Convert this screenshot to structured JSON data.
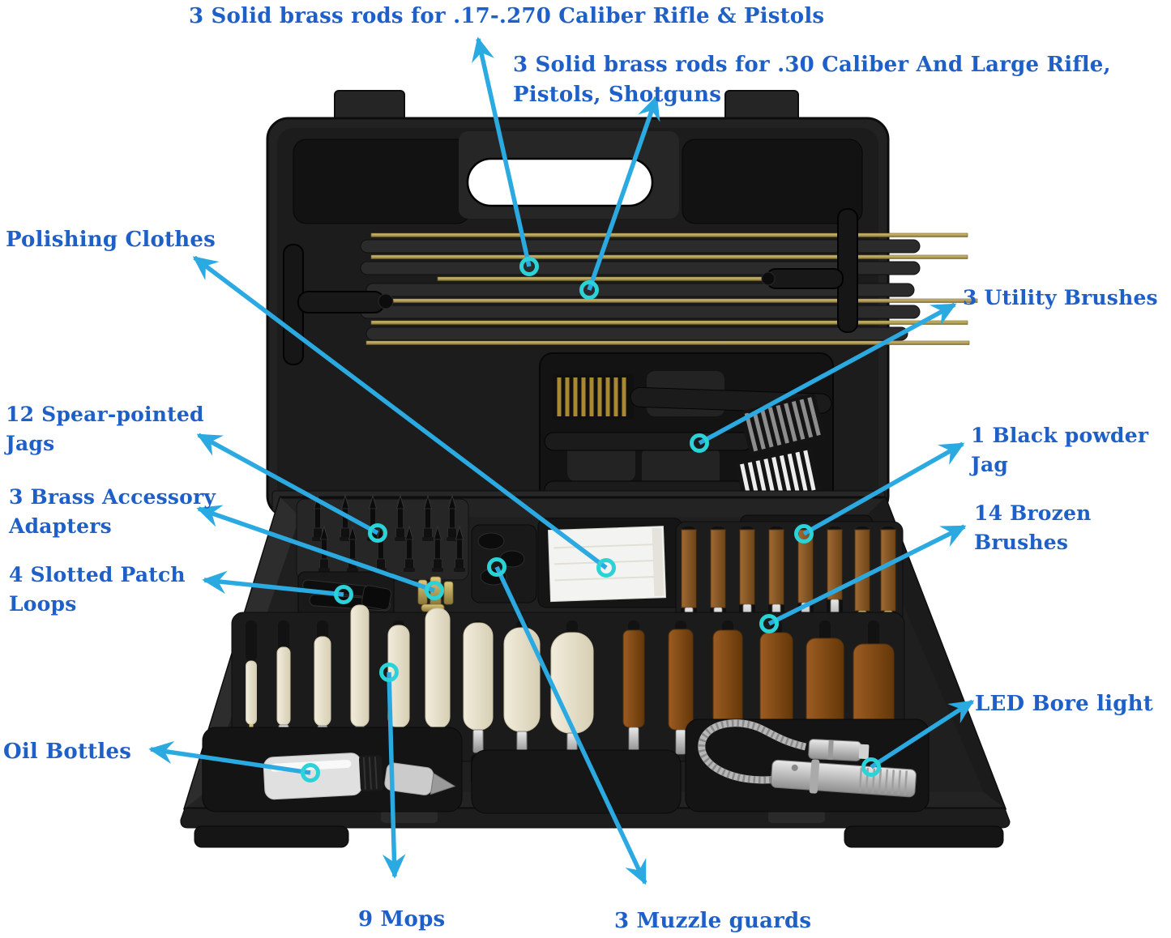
{
  "image_description": "Annotated product photo of an opened black gun-cleaning kit case with callout labels and arrows",
  "colors": {
    "background": "#ffffff",
    "label_text": "#1E5FC8",
    "arrow": "#2BAAE2",
    "case_body": "#222222",
    "brass_rod": "#a8914a",
    "bronze_brush": "#8a5627",
    "mop": "#e9e3d0",
    "silver": "#c0c0c0",
    "polishing_cloth": "#f3f3f1"
  },
  "callouts": {
    "rods_small": {
      "text": "3 Solid brass rods for .17-.270 Caliber Rifle & Pistols"
    },
    "rods_large": {
      "text": "3 Solid brass rods for .30 Caliber And Large Rifle,\nPistols, Shotguns"
    },
    "polishing_clothes": {
      "text": "Polishing Clothes"
    },
    "utility_brushes": {
      "text": "3 Utility Brushes"
    },
    "spear_jags": {
      "text": "12 Spear-pointed\nJags"
    },
    "black_powder_jag": {
      "text": "1 Black powder\nJag"
    },
    "brass_adapters": {
      "text": "3 Brass Accessory\nAdapters"
    },
    "brozen_brushes": {
      "text": "14 Brozen\nBrushes"
    },
    "patch_loops": {
      "text": "4 Slotted Patch\nLoops"
    },
    "oil_bottles": {
      "text": "Oil Bottles"
    },
    "led_bore_light": {
      "text": "LED Bore light"
    },
    "mops": {
      "text": "9 Mops"
    },
    "muzzle_guards": {
      "text": "3 Muzzle guards"
    }
  }
}
